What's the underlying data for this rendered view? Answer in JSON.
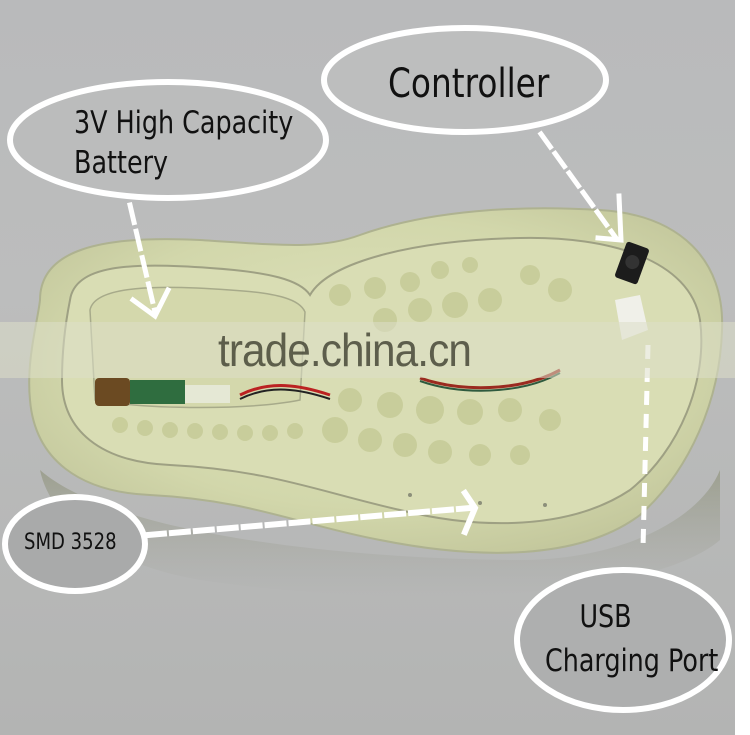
{
  "image": {
    "description": "Annotated product photo of an LED light-up shoe sole showing internal components",
    "background_color": "#bababa",
    "sole_color": "#d5d9b0"
  },
  "callouts": [
    {
      "id": "battery",
      "line1": "3V High Capacity",
      "line2": "Battery"
    },
    {
      "id": "controller",
      "line1": "Controller"
    },
    {
      "id": "smd",
      "line1": "SMD 3528"
    },
    {
      "id": "usb",
      "line1": "USB",
      "line2": "Charging Port"
    }
  ],
  "watermark": {
    "text": "trade.china.cn"
  }
}
